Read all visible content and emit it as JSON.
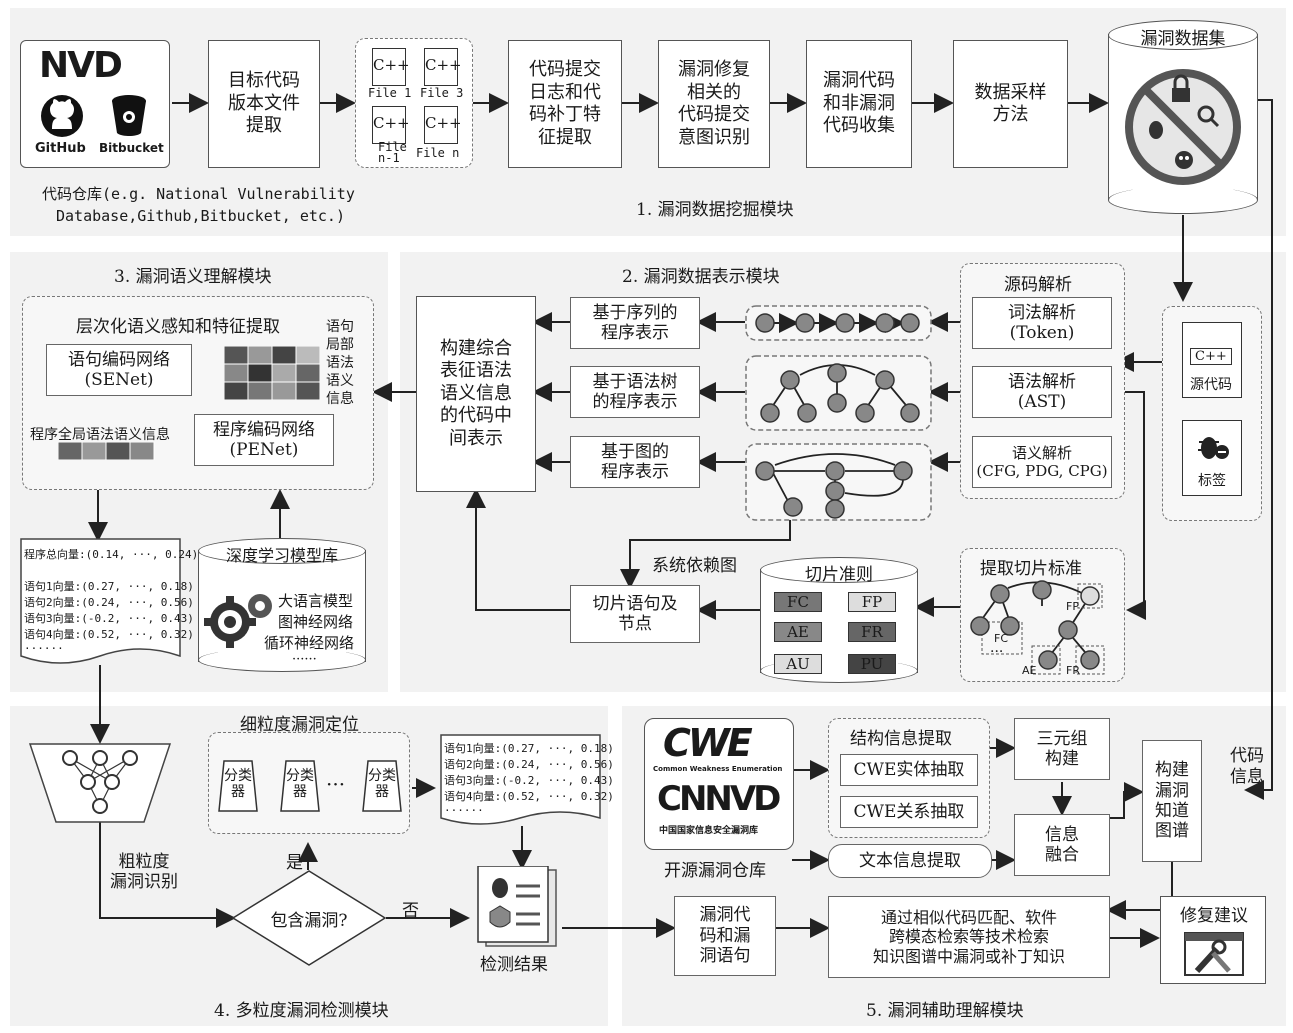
{
  "module1": {
    "title": "1. 漏洞数据挖掘模块",
    "repo_logos": {
      "nvd": "NVD",
      "github": "GitHub",
      "bitbucket": "Bitbucket"
    },
    "repo_caption_l1": "代码仓库(e.g. National Vulnerability",
    "repo_caption_l2": "Database,Github,Bitbucket, etc.)",
    "step1": "目标代码\n版本文件\n提取",
    "files": [
      {
        "tag": "C++",
        "name": "File 1"
      },
      {
        "tag": "C++",
        "name": "File 3"
      },
      {
        "tag": "C++",
        "name": "File\nn-1"
      },
      {
        "tag": "C++",
        "name": "File n"
      }
    ],
    "step2": "代码提交\n日志和代\n码补丁特\n征提取",
    "step3": "漏洞修复\n相关的\n代码提交\n意图识别",
    "step4": "漏洞代码\n和非漏洞\n代码收集",
    "step5": "数据采样\n方法",
    "dataset": "漏洞数据集"
  },
  "module2": {
    "title": "2. 漏洞数据表示模块",
    "parse_title": "源码解析",
    "lexical": "词法解析\n(Token)",
    "syntax": "语法解析\n(AST)",
    "semantic": "语义解析\n(CFG, PDG, CPG)",
    "seq_repr": "基于序列的\n程序表示",
    "ast_repr": "基于语法树\n的程序表示",
    "graph_repr": "基于图的\n程序表示",
    "intermediate": "构建综合\n表征语法\n语义信息\n的代码中\n间表示",
    "sdg": "系统依赖图",
    "slice_rule": "切片准则",
    "slice_chips": [
      "FC",
      "FP",
      "AE",
      "FR",
      "AU",
      "PU"
    ],
    "slice_std": "提取切片标准",
    "slice_nodes": "切片语句及\n节点",
    "tree_labels": {
      "fc": "FC",
      "fp": "FP",
      "ae": "AE",
      "fr": "FR",
      "dots": "···"
    },
    "source_code": "源代码",
    "source_tag": "C++",
    "label": "标签"
  },
  "module3": {
    "title": "3. 漏洞语义理解模块",
    "hier_title": "层次化语义感知和特征提取",
    "senet": "语句编码网络\n(SENet)",
    "penet": "程序编码网络\n(PENet)",
    "local_info": "语句\n局部\n语法\n语义\n信息",
    "global_info": "程序全局语法语义信息",
    "vectors": [
      "程序总向量:(0.14, ···, 0.24)",
      "",
      "语句1向量:(0.27, ···, 0.18)",
      "语句2向量:(0.24, ···, 0.56)",
      "语句3向量:(-0.2, ···, 0.43)",
      "语句4向量:(0.52, ···, 0.32)",
      "······"
    ],
    "model_lib": "深度学习模型库",
    "models": [
      "大语言模型",
      "图神经网络",
      "循环神经网络",
      "······"
    ]
  },
  "module4": {
    "title": "4. 多粒度漏洞检测模块",
    "fine_title": "细粒度漏洞定位",
    "classifier": "分类\n器",
    "classifier_dots": "···",
    "coarse": "粗粒度\n漏洞识别",
    "contains": "包含漏洞?",
    "yes": "是",
    "no": "否",
    "result": "检测结果",
    "result_vectors": [
      "语句1向量:(0.27, ···, 0.18)",
      "语句2向量:(0.24, ···, 0.56)",
      "语句3向量:(-0.2, ···, 0.43)",
      "语句4向量:(0.52, ···, 0.32)",
      "······"
    ]
  },
  "module5": {
    "title": "5. 漏洞辅助理解模块",
    "cwe_logo": "CWE",
    "cwe_sub": "Common Weakness Enumeration",
    "cnnvd_logo": "CNNVD",
    "cnnvd_sub": "中国国家信息安全漏洞库",
    "repo": "开源漏洞仓库",
    "struct_title": "结构信息提取",
    "cwe_entity": "CWE实体抽取",
    "cwe_relation": "CWE关系抽取",
    "text_extract": "文本信息提取",
    "triple": "三元组\n构建",
    "fusion": "信息\n融合",
    "kg": "构建\n漏洞\n知道\n图谱",
    "code_info": "代码\n信息",
    "vuln_code": "漏洞代\n码和漏\n洞语句",
    "retrieval": "通过相似代码匹配、软件\n跨模态检索等技术检索\n知识图谱中漏洞或补丁知识",
    "fix": "修复建议"
  }
}
